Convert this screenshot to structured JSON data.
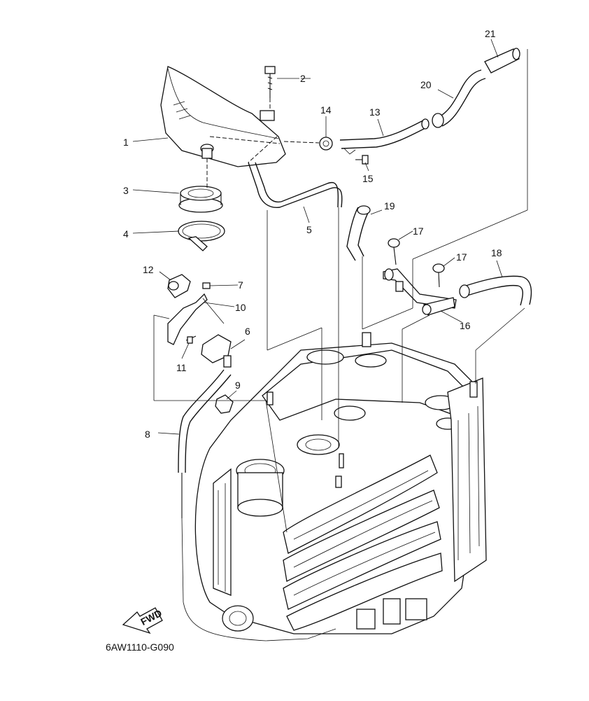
{
  "diagram_code": "6AW1110-G090",
  "fwd_label": "FWD",
  "callouts": [
    "1",
    "2",
    "3",
    "4",
    "5",
    "6",
    "7",
    "8",
    "9",
    "10",
    "11",
    "12",
    "13",
    "14",
    "15",
    "16",
    "17",
    "17",
    "18",
    "19",
    "20",
    "21"
  ]
}
